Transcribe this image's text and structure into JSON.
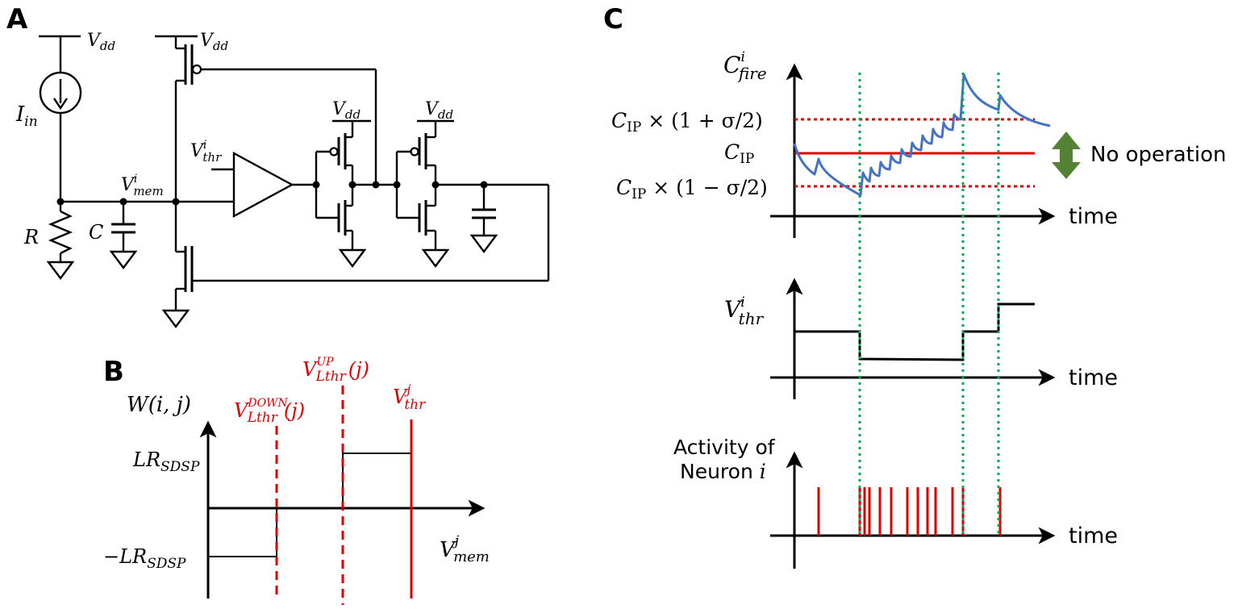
{
  "panels": {
    "a": "A",
    "b": "B",
    "c": "C"
  },
  "circuit": {
    "vdd": "V",
    "vdd_sub": "dd",
    "iin": "I",
    "iin_sub": "in",
    "r": "R",
    "c": "C",
    "vmem": "V",
    "vmem_sup": "i",
    "vmem_sub": "mem",
    "vthr": "V",
    "vthr_sup": "i",
    "vthr_sub": "thr"
  },
  "panel_b": {
    "w_label": "W(i, j)",
    "lr_pos": "LR",
    "lr_neg": "−LR",
    "lr_sub": "SDSP",
    "vlthr_down": "V",
    "vlthr_down_sup": "DOWN",
    "vlthr_down_sub": "Lthr",
    "vlthr_down_arg": "(j)",
    "vlthr_up": "V",
    "vlthr_up_sup": "UP",
    "vlthr_up_sub": "Lthr",
    "vlthr_up_arg": "(j)",
    "vthr_j": "V",
    "vthr_j_sup": "j",
    "vthr_j_sub": "thr",
    "xaxis": "V",
    "xaxis_sup": "j",
    "xaxis_sub": "mem"
  },
  "panel_c": {
    "cfire": "C",
    "cfire_sup": "i",
    "cfire_sub": "fire",
    "cip_upper": "C",
    "cip_upper_sub": "IP",
    "cip_upper_rest": " × (1 + σ/2)",
    "cip": "C",
    "cip_sub": "IP",
    "cip_lower": "C",
    "cip_lower_sub": "IP",
    "cip_lower_rest": " × (1 − σ/2)",
    "no_operation": "No operation",
    "vthr": "V",
    "vthr_sup": "i",
    "vthr_sub": "thr",
    "activity_line1": "Activity of",
    "activity_line2": "Neuron ",
    "activity_i": "i",
    "time1": "time",
    "time2": "time",
    "time3": "time"
  },
  "colors": {
    "red": "#e00000",
    "blue": "#4472c4",
    "green_dotted": "#00b050",
    "arrow_green": "#548235"
  }
}
